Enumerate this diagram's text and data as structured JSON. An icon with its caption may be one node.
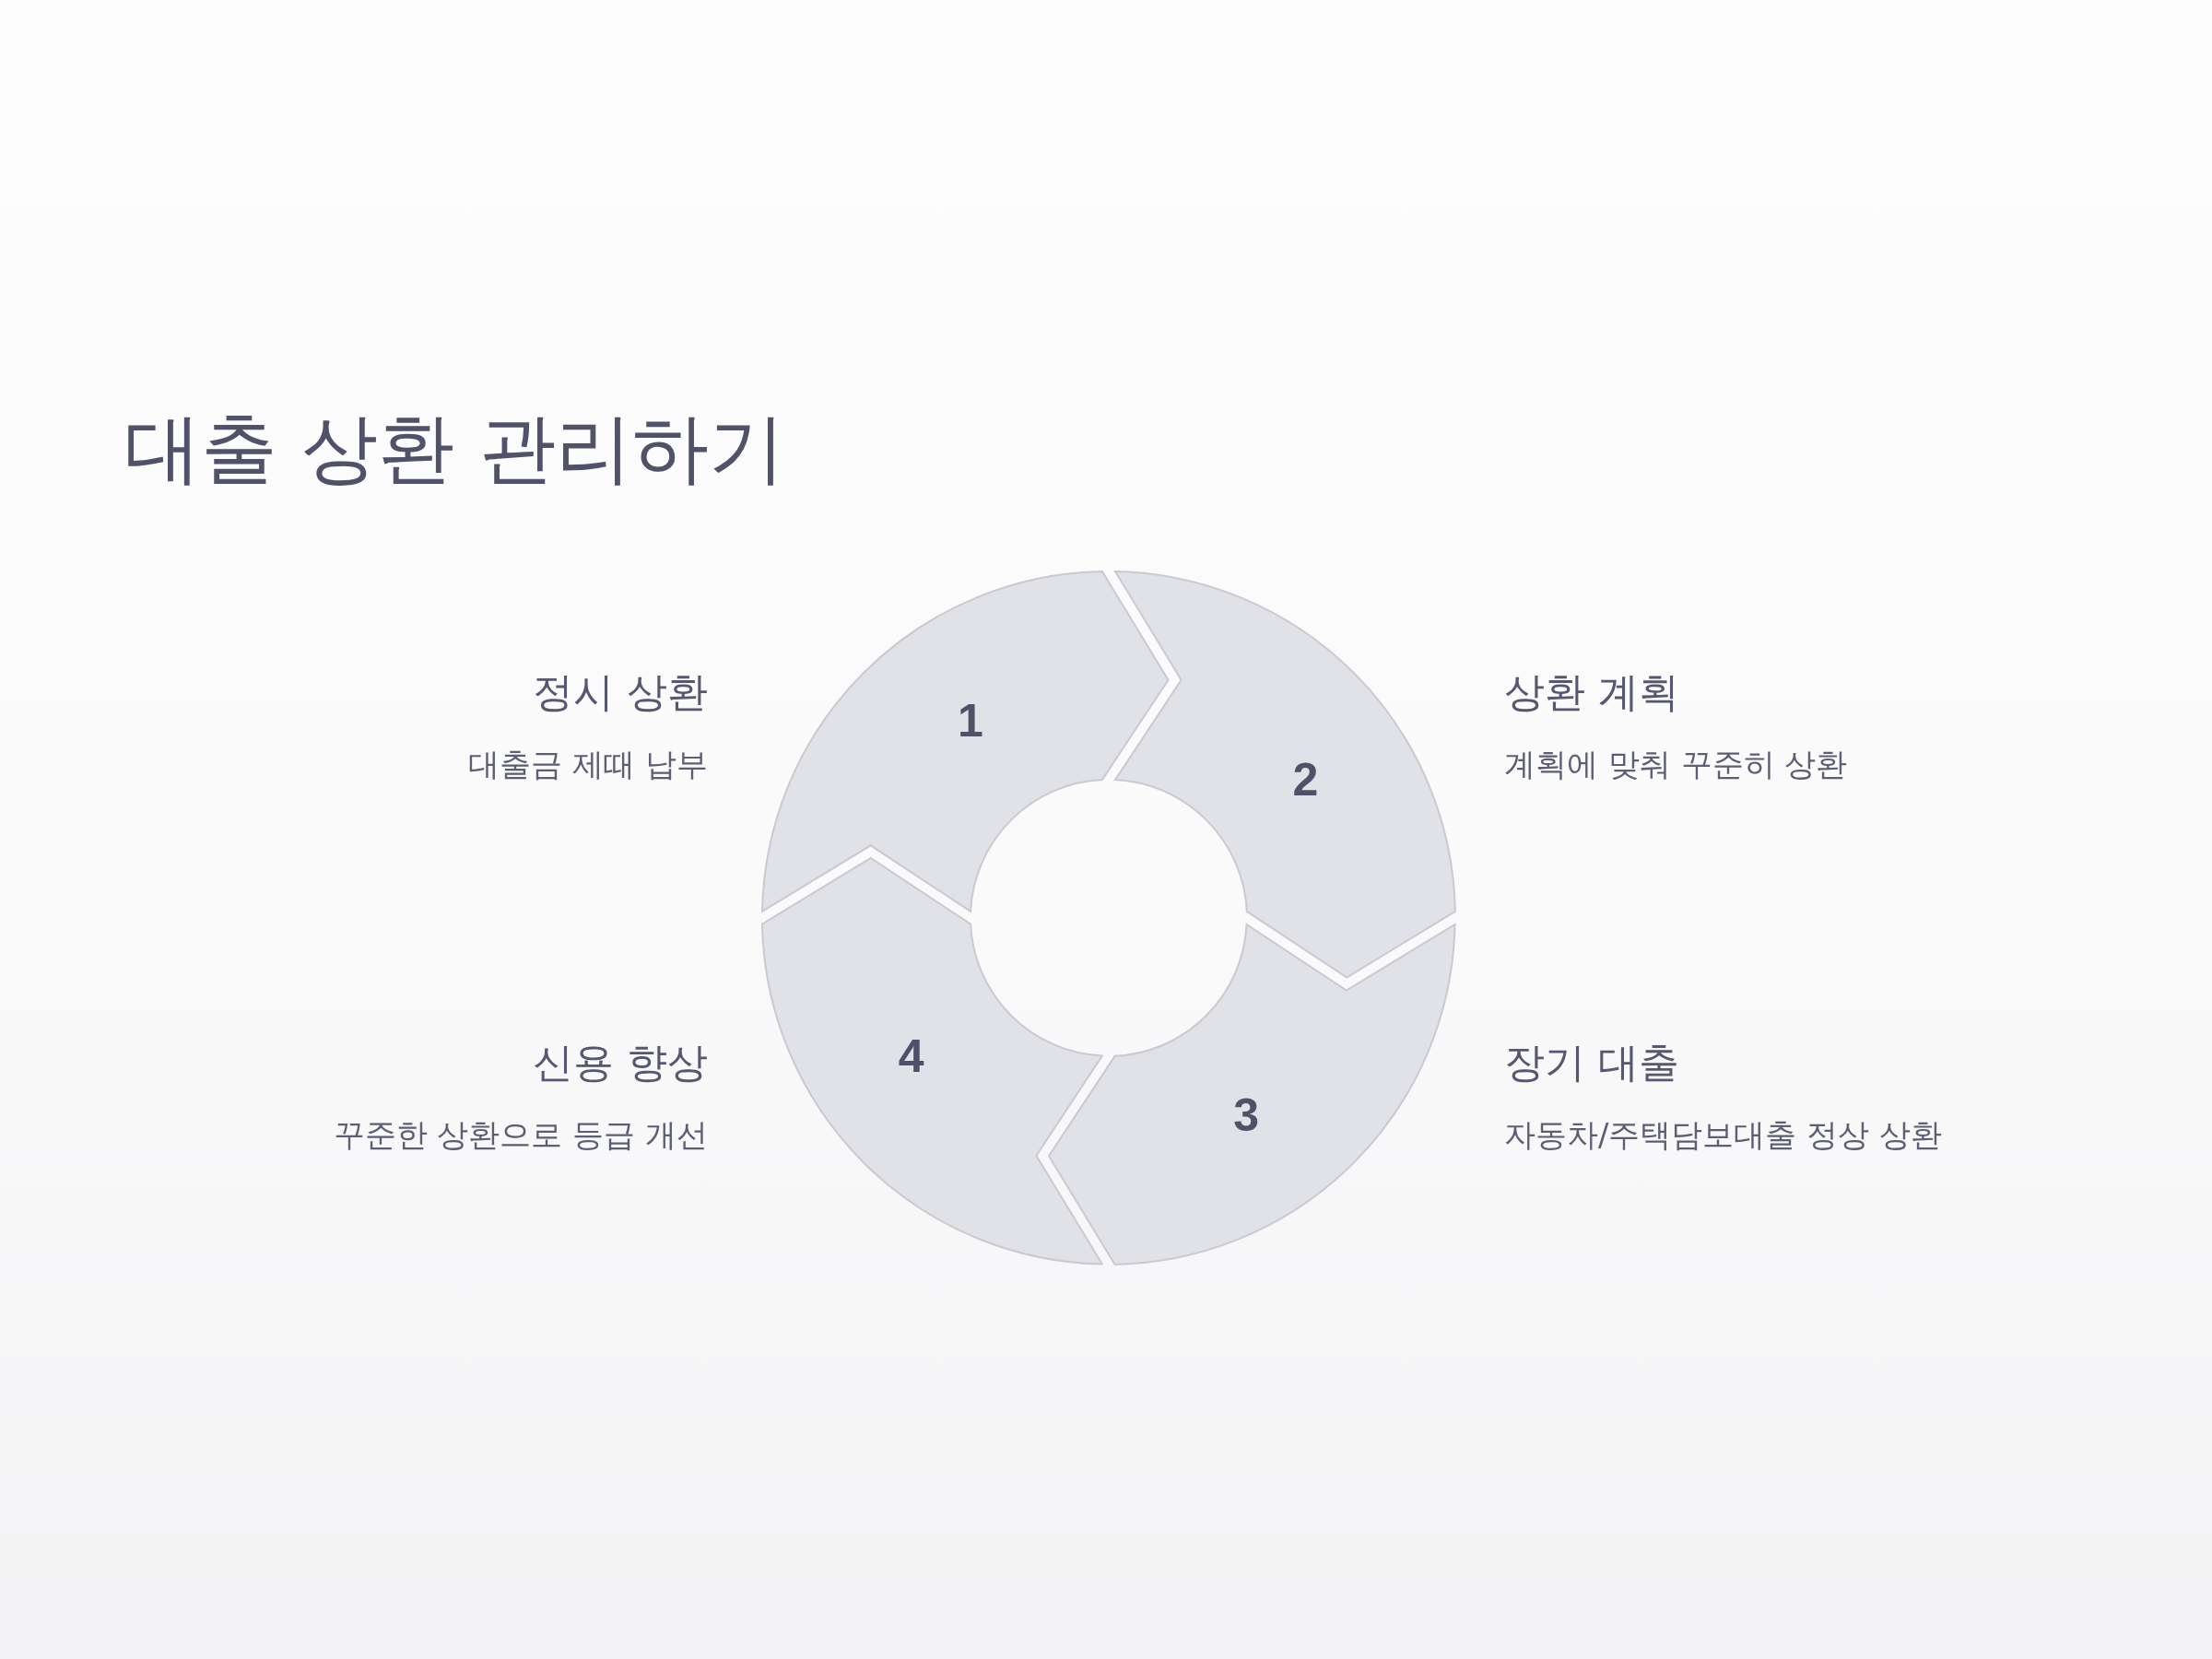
{
  "diagram": {
    "title": "대출 상환 관리하기",
    "nodes": [
      {
        "text": [
          "1"
        ],
        "beside": [
          "정시 상환",
          "대출금 제때 납부"
        ]
      },
      {
        "text": [
          "2"
        ],
        "beside": [
          "상환 계획",
          "계획에 맞춰 꾸준히 상환"
        ]
      },
      {
        "text": [
          "3"
        ],
        "beside": [
          "장기 대출",
          "자동차/주택담보대출 정상 상환"
        ]
      },
      {
        "text": [
          "4"
        ],
        "beside": [
          "신용 향상",
          "꾸준한 상환으로 등급 개선"
        ]
      }
    ]
  }
}
